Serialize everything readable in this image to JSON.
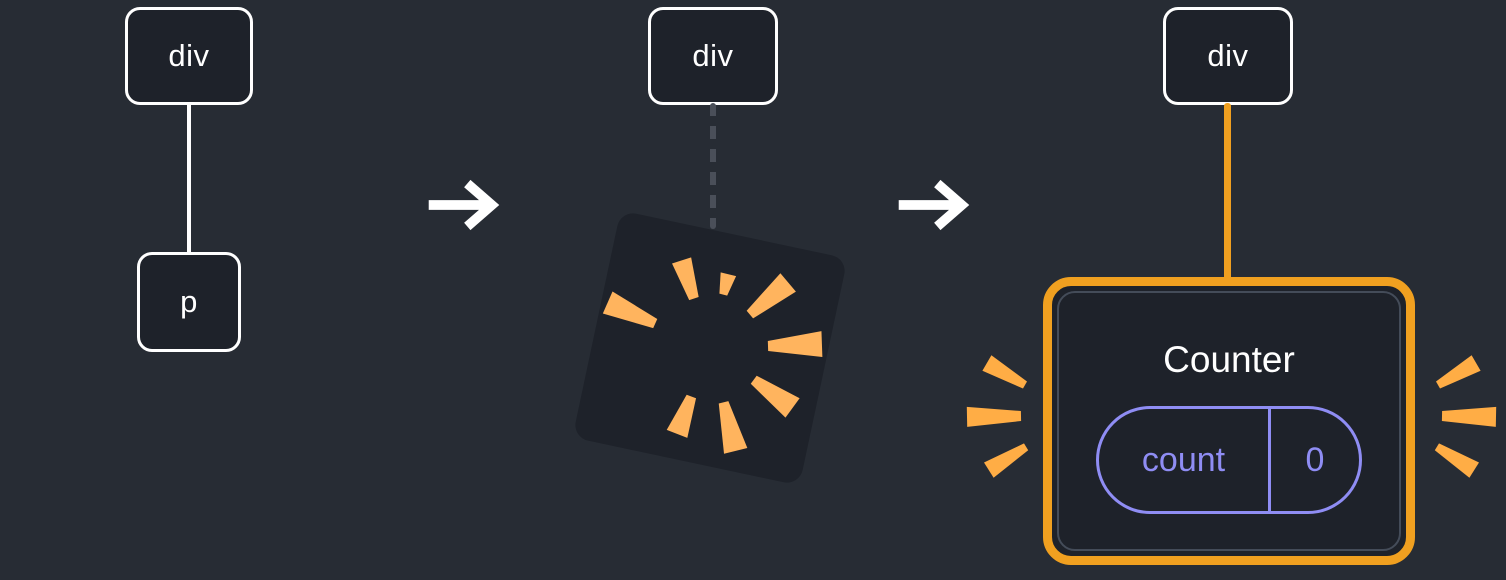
{
  "palette": {
    "background": "#272c34",
    "node_fill": "#1e222a",
    "node_border": "#ffffff",
    "text": "#ffffff",
    "dash_line": "#4a4f59",
    "orange": "#f0a020",
    "burst_orange": "#ffb45e",
    "spark_orange": "#ffad45",
    "purple": "#8f8df4",
    "inner_line": "#444c59"
  },
  "icons": {
    "arrow": "arrow-right",
    "burst": "starburst-render",
    "sparks": "emphasis-sparks"
  },
  "stage1": {
    "parent_label": "div",
    "child_label": "p"
  },
  "stage2": {
    "node_label": "div"
  },
  "stage3": {
    "node_label": "div",
    "component_title": "Counter",
    "state_name": "count",
    "state_value": "0"
  }
}
